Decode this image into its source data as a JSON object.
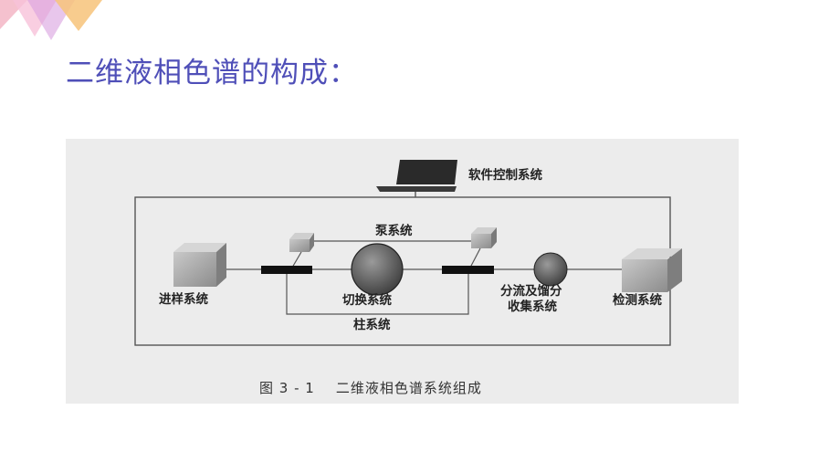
{
  "slide": {
    "title": "二维液相色谱的构成：",
    "accent_color": "#4f4fb8"
  },
  "diagram": {
    "labels": {
      "software_control": "软件控制系统",
      "pump": "泵系统",
      "injection": "进样系统",
      "switching": "切换系统",
      "split_line1": "分流及馏分",
      "split_line2": "收集系统",
      "detection": "检测系统",
      "column": "柱系统"
    },
    "caption": "图 3 - 1    二维液相色谱系统组成",
    "icons": [
      "computer-icon",
      "injection-cube-icon",
      "pump-cube-icon",
      "switch-valve-icon",
      "splitter-icon",
      "detector-cube-icon"
    ]
  }
}
